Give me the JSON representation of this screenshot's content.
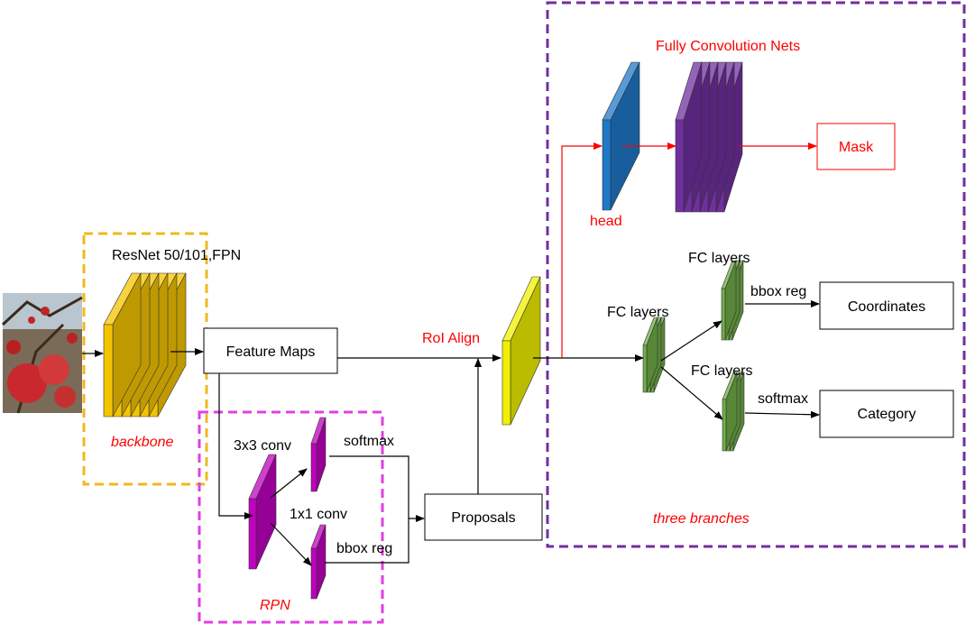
{
  "labels": {
    "backbone_title": "ResNet 50/101,FPN",
    "backbone": "backbone",
    "feature_maps": "Feature Maps",
    "roi_align": "RoI Align",
    "conv3": "3x3 conv",
    "conv1": "1x1 conv",
    "softmax_rpn": "softmax",
    "bbox_rpn": "bbox reg",
    "rpn": "RPN",
    "proposals": "Proposals",
    "fcn_title": "Fully Convolution Nets",
    "head": "head",
    "mask": "Mask",
    "fc1": "FC layers",
    "fc2": "FC layers",
    "fc3": "FC layers",
    "bbox_out": "bbox reg",
    "softmax_out": "softmax",
    "coordinates": "Coordinates",
    "category": "Category",
    "three_branches": "three branches"
  },
  "colors": {
    "backbone_frame": "#f0b820",
    "rpn_frame": "#e040e0",
    "branches_frame": "#7030a0",
    "red_text": "#ff0000",
    "backbone_layer": "#f5c400",
    "roi_layer": "#f0f000",
    "rpn_layer": "#c000c0",
    "head_layer": "#1f78c8",
    "fcn_layer": "#7030a0",
    "fc_layer": "#70ad47"
  }
}
